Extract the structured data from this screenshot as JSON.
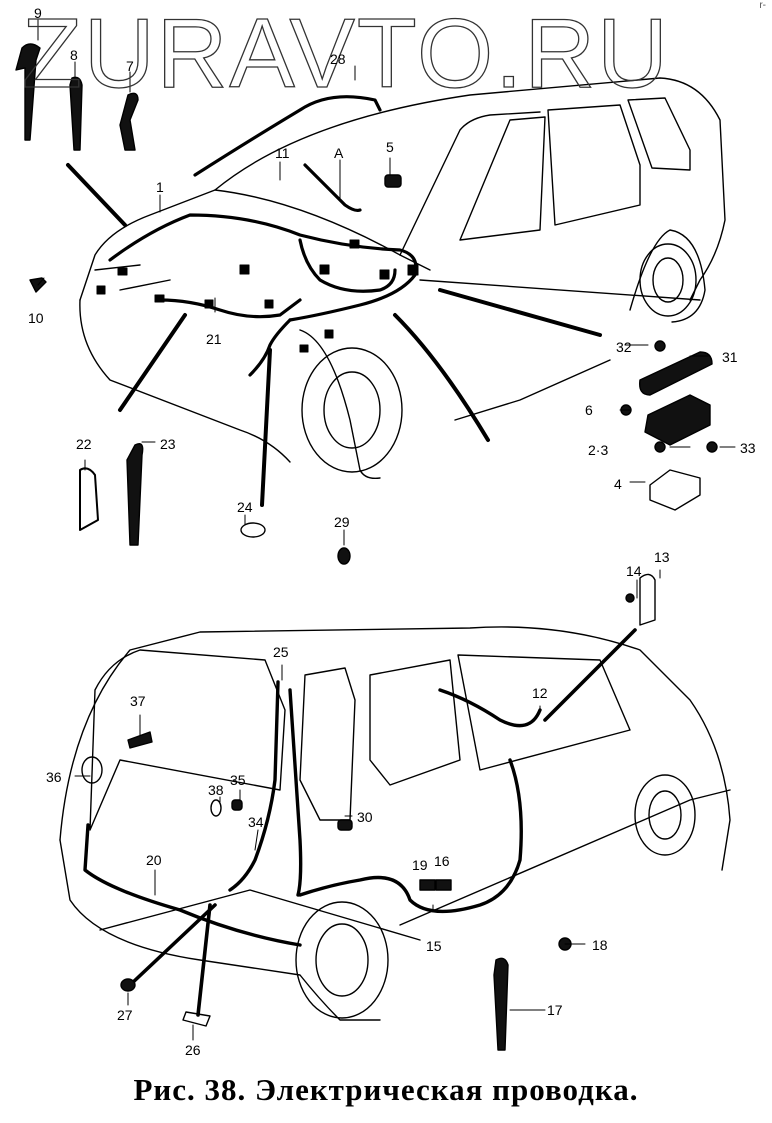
{
  "watermark": "ZURAVTO.RU",
  "corner_mark": "r-",
  "caption": "Рис. 38. Электрическая проводка.",
  "figure": {
    "number": "38",
    "title": "Электрическая проводка",
    "subject": "vehicle wiring harness exploded view"
  },
  "labels": {
    "l1": "1",
    "l2_3": "2·3",
    "l4": "4",
    "l5": "5",
    "l6": "6",
    "l7": "7",
    "l8": "8",
    "l9": "9",
    "l10": "10",
    "l11": "11",
    "l12": "12",
    "l13": "13",
    "l14": "14",
    "l15": "15",
    "l16": "16",
    "l17": "17",
    "l18": "18",
    "l19": "19",
    "l20": "20",
    "l21": "21",
    "l22": "22",
    "l23": "23",
    "l24": "24",
    "l25": "25",
    "l26": "26",
    "l27": "27",
    "l28": "28",
    "l29": "29",
    "l30": "30",
    "l31": "31",
    "l32": "32",
    "l33": "33",
    "l34": "34",
    "l35": "35",
    "l36": "36",
    "l37": "37",
    "l38": "38",
    "lA": "A"
  }
}
